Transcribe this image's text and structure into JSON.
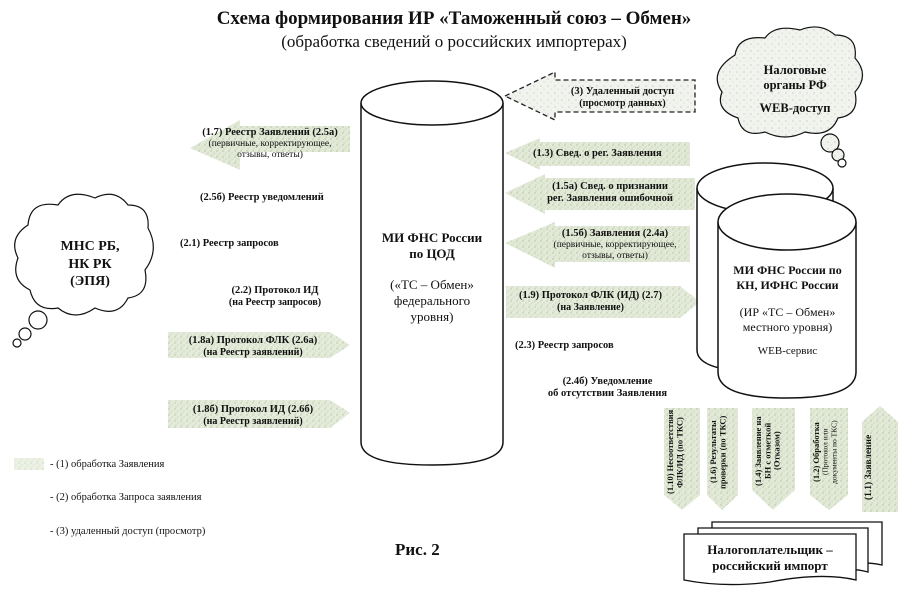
{
  "header": {
    "title": "Схема формирования ИР «Таможенный союз – Обмен»",
    "subtitle": "(обработка сведений о российских импортерах)"
  },
  "nodes": {
    "left_cloud": {
      "line1": "МНС РБ,",
      "line2": "НК РК",
      "line3": "(ЭПЯ)"
    },
    "right_cloud": {
      "line1": "Налоговые",
      "line2": "органы РФ",
      "line3": "WEB-доступ"
    },
    "center_db": {
      "line1": "МИ ФНС России",
      "line2": "по ЦОД",
      "line3": "(«ТС – Обмен»",
      "line4": "федерального",
      "line5": "уровня)"
    },
    "right_db": {
      "line1": "МИ ФНС России по",
      "line2": "КН,  ИФНС России",
      "line3": "(ИР «ТС – Обмен»",
      "line4": "местного уровня)",
      "line5": "WEB-сервис"
    },
    "taxpayer": {
      "line1": "Налогоплательщик –",
      "line2": "российский импорт"
    }
  },
  "left_flows": [
    {
      "main": "(1.7) Реестр Заявлений (2.5а)",
      "sub1": "(первичные, корректирующее,",
      "sub2": "отзывы, ответы)",
      "highlight": true,
      "direction": "left"
    },
    {
      "main": "(2.5б)   Реестр уведомлений",
      "highlight": false
    },
    {
      "main": "(2.1)        Реестр запросов",
      "highlight": false
    },
    {
      "main": "(2.2)   Протокол ИД",
      "sub1": "(на Реестр запросов)",
      "highlight": false
    },
    {
      "main": "(1.8а)   Протокол ФЛК   (2.6а)",
      "sub1": "(на Реестр заявлений)",
      "highlight": true,
      "direction": "right"
    },
    {
      "main": "(1.8б)    Протокол ИД    (2.6б)",
      "sub1": "(на Реестр заявлений)",
      "highlight": true,
      "direction": "right"
    }
  ],
  "right_flows": [
    {
      "main": "(3)      Удаленный доступ",
      "sub1": "(просмотр данных)",
      "style": "dashed",
      "direction": "left"
    },
    {
      "main": "(1.3) Свед. о рег. Заявления",
      "highlight": true,
      "direction": "left"
    },
    {
      "main": "(1.5а)   Свед. о признании",
      "sub1": "рег. Заявления ошибочной",
      "highlight": true,
      "direction": "left"
    },
    {
      "main": "(1.5б)     Заявления       (2.4а)",
      "sub1": "(первичные, корректирующее,",
      "sub2": "отзывы, ответы)",
      "highlight": true,
      "direction": "left"
    },
    {
      "main": "(1.9) Протокол ФЛК (ИД) (2.7)",
      "sub1": "(на Заявление)",
      "highlight": true,
      "direction": "right"
    },
    {
      "main": "(2.3)       Реестр запросов",
      "highlight": false
    },
    {
      "main": "(2.4б)      Уведомление",
      "sub1": "об отсутствии Заявления",
      "highlight": false
    }
  ],
  "vertical_flows": [
    {
      "line1": "(1.10) Несоответствия",
      "line2": "ФЛК/ИД (по ТКС)",
      "direction": "down"
    },
    {
      "line1": "(1.6) Результаты",
      "line2": "проверки (по ТКС)",
      "direction": "down"
    },
    {
      "line1": "(1.4) Заявление на",
      "line2": "БН с отметкой",
      "line3": "(Отказом)",
      "direction": "down"
    },
    {
      "line1": "(1.2) Обработка",
      "line2": "(Протокол или",
      "line3": "документы по ТКС)",
      "direction": "down"
    },
    {
      "line1": "(1.1) Заявление",
      "direction": "up"
    }
  ],
  "legend": [
    {
      "text": "-  (1)  обработка Заявления"
    },
    {
      "text": "-  (2)  обработка Запроса заявления"
    },
    {
      "text": "-  (3)  удаленный доступ (просмотр)"
    }
  ],
  "caption": "Рис. 2",
  "colors": {
    "arrow_fill": "#d6e0c8",
    "arrow_speckle": "#a9bb93",
    "cloud_fill": "#e8ece2",
    "line": "#111111"
  }
}
